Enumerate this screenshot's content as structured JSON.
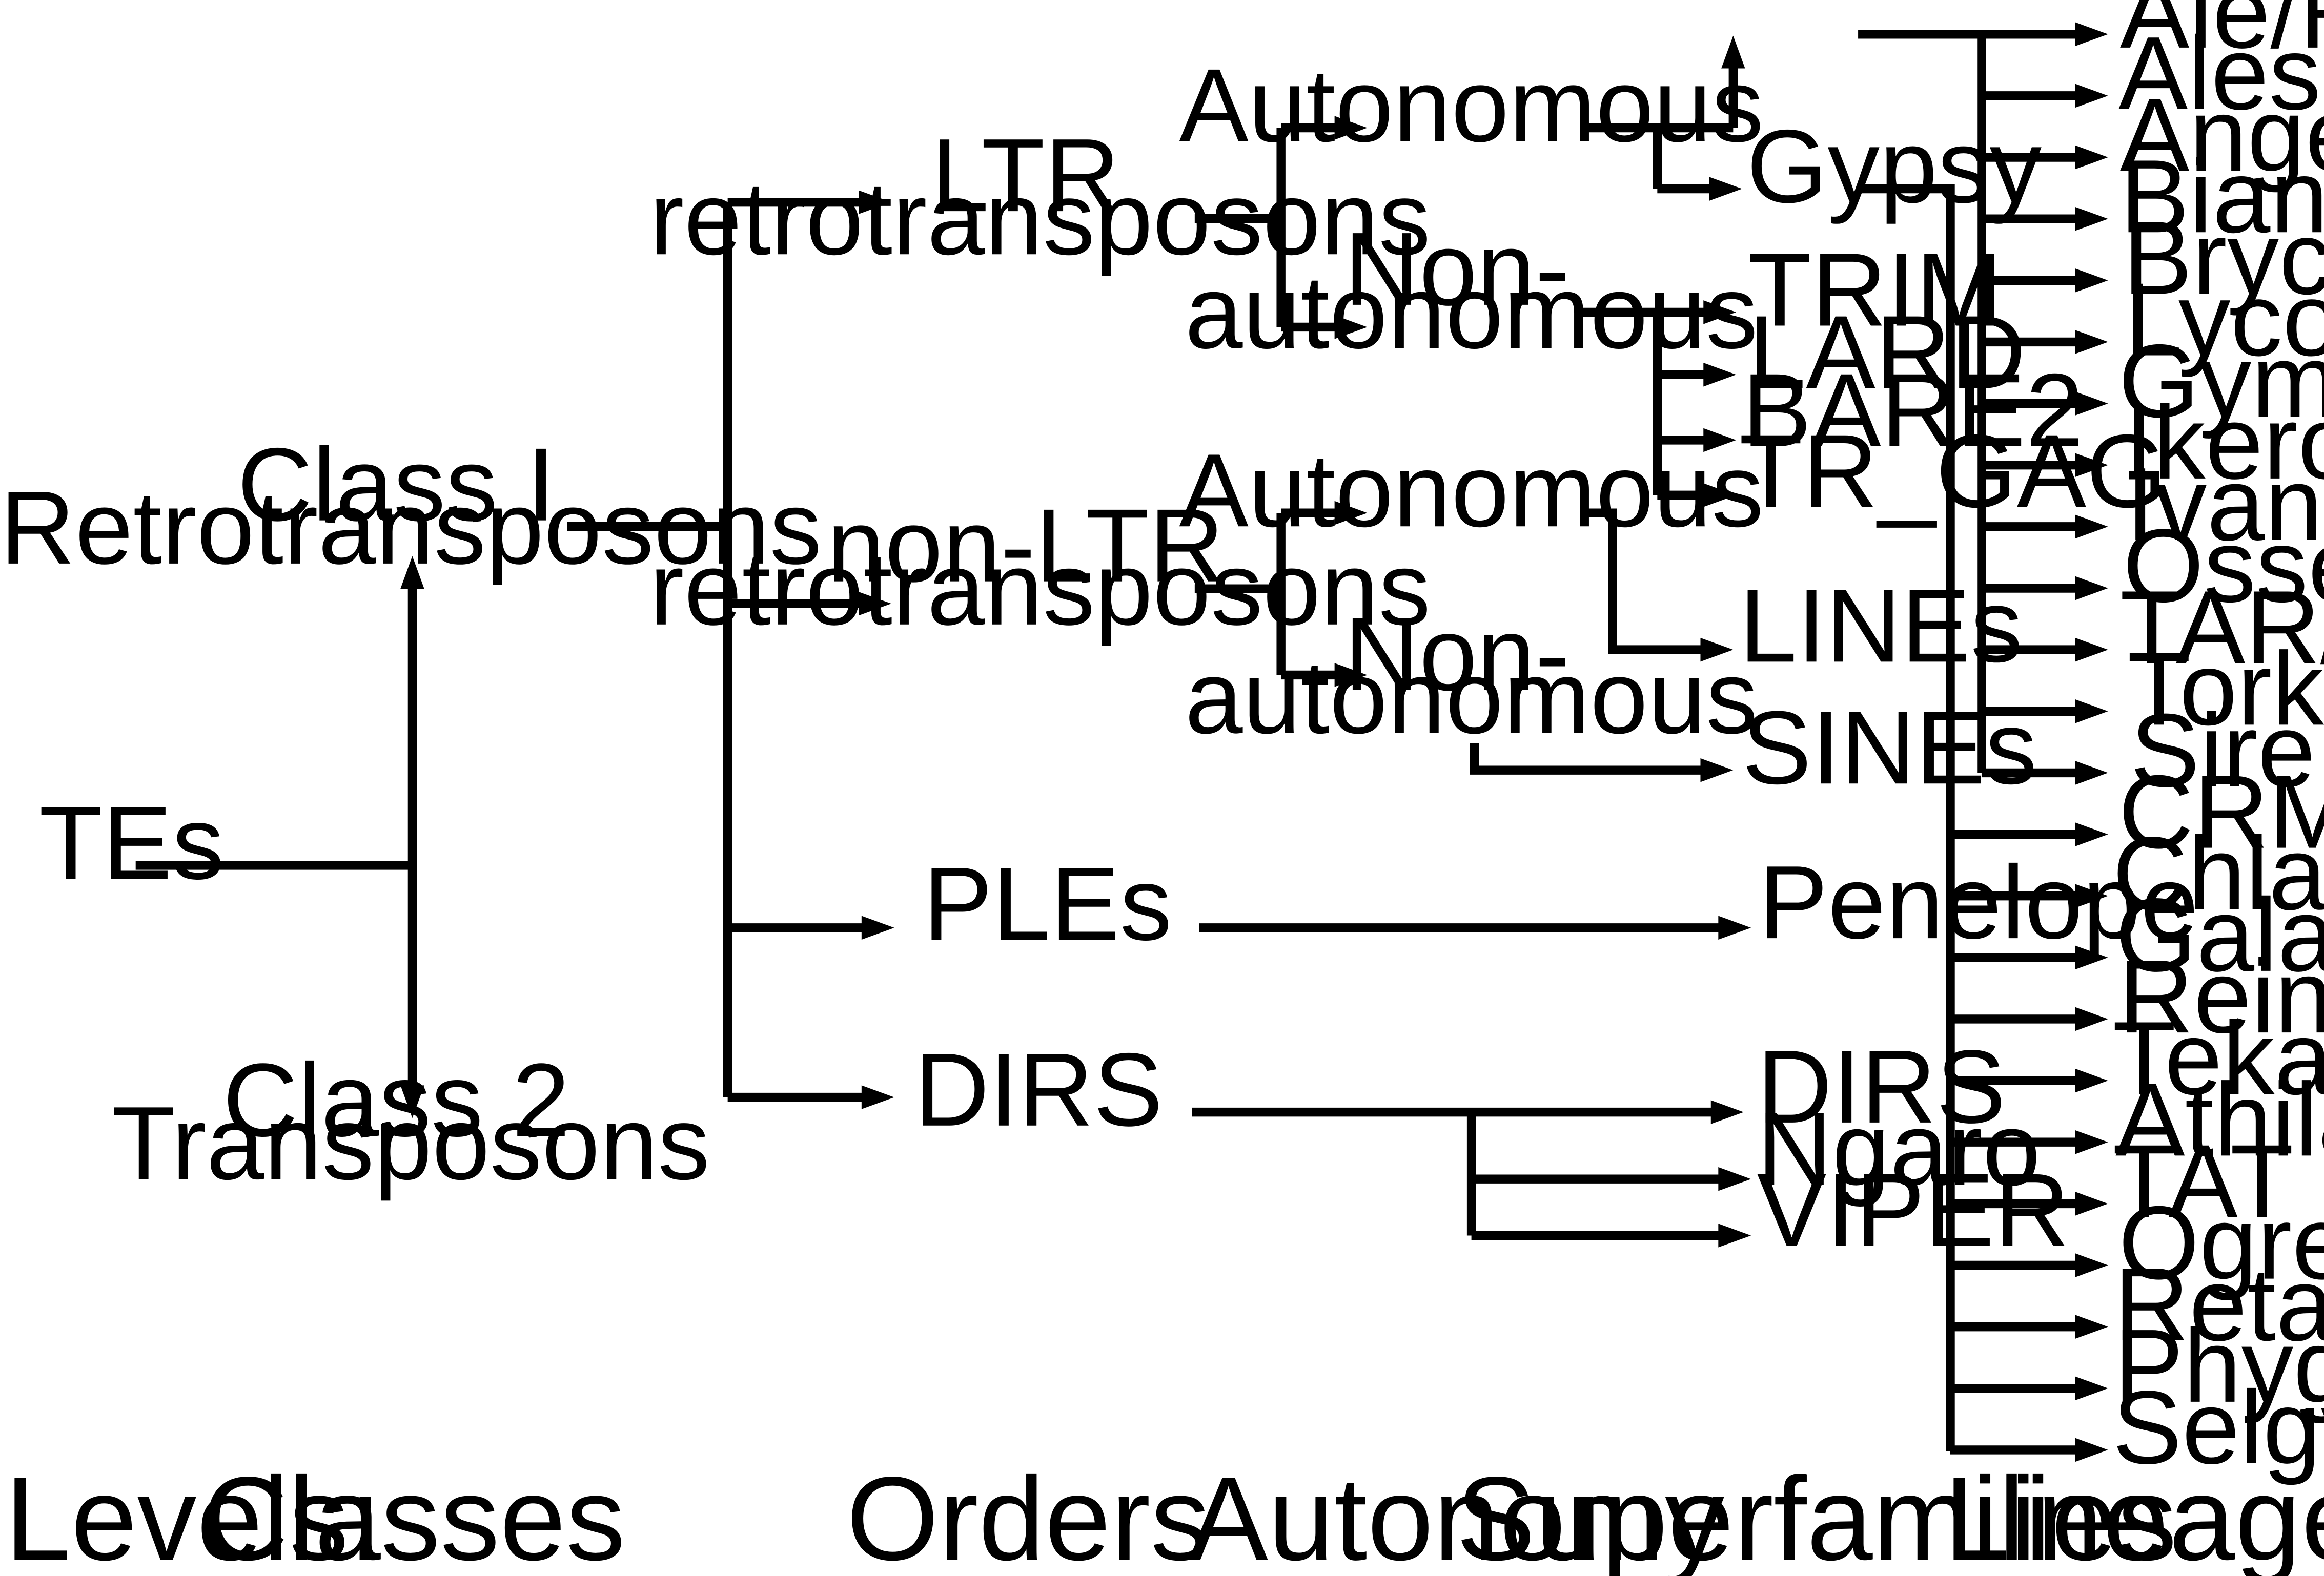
{
  "nodes": {
    "tes": "TEs",
    "class1": [
      "Class I",
      "Retrotransposons"
    ],
    "class2": [
      "Class 2",
      "Transposons"
    ],
    "ltr": [
      "LTR",
      "retrotransposons"
    ],
    "nonltr": [
      "non-LTR",
      "retrotransposons"
    ],
    "ples": "PLEs",
    "dirs_order": "DIRS",
    "ltr_autonomous": "Autonomous",
    "ltr_nonautonomous": [
      "Non-",
      "autonomous"
    ],
    "nonltr_autonomous": "Autonomous",
    "nonltr_nonautonomous": [
      "Non-",
      "autonomous"
    ],
    "gypsy": "Gypsy",
    "trim": "TRIM",
    "lard": "LARD",
    "bare2": "BARE2",
    "tr_gag": "TR_GAG",
    "lines": "LINEs",
    "sines": "SINEs",
    "penelope": "Penelope",
    "dirs": "DIRS",
    "ngaro": "Ngaro",
    "viper": "VIPER"
  },
  "lineages_upper": [
    "Ale/Retrofit",
    "Alesia",
    "Angela",
    "Bianca",
    "Bryco",
    "Lyco",
    "Gymco",
    "Ikeros/Tork",
    "Ivana/Oryco",
    "Osser",
    "TAR/Tork",
    "Tork",
    "Sire"
  ],
  "lineages_lower": [
    "CRM",
    "Chlamyvir",
    "Galadriel",
    "Reina",
    "Tekay/Del",
    "Athila",
    "TAT",
    "Ogre",
    "Retand",
    "Phygy",
    "Selgy"
  ],
  "levels": {
    "prefix": "Levels:",
    "classes": "Classes",
    "orders": "Orders",
    "autonomy": "Autonomy",
    "superfamilies": "Superfamilies",
    "lineages": "Lineages"
  }
}
